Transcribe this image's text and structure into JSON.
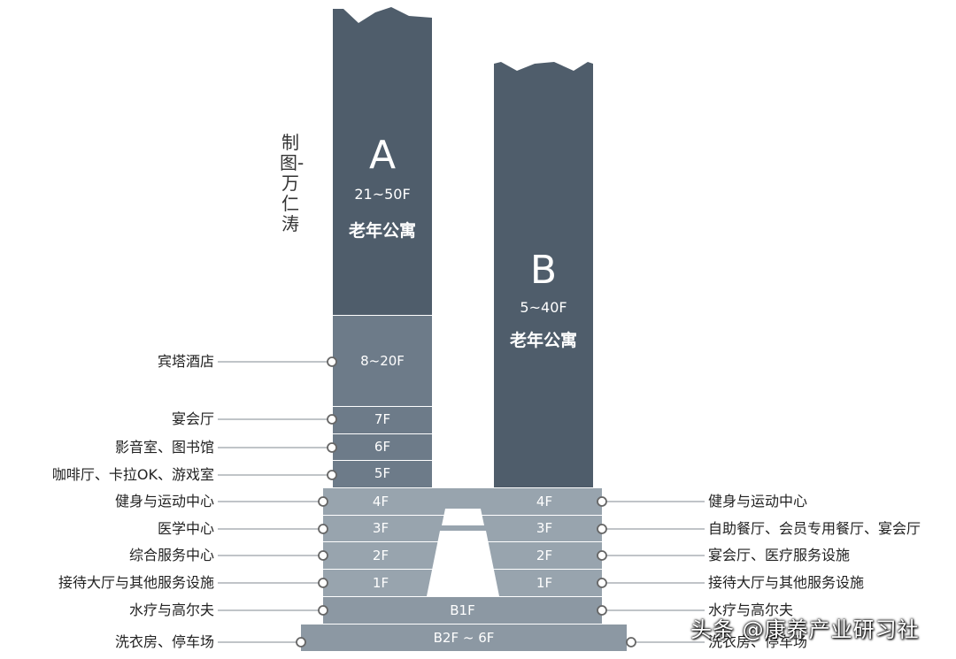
{
  "credit": "制图-万仁涛",
  "tower_a": {
    "letter": "A",
    "floors": "21~50F",
    "use": "老年公寓"
  },
  "tower_b": {
    "letter": "B",
    "floors": "5~40F",
    "use": "老年公寓"
  },
  "a_levels": [
    {
      "floor": "8~20F",
      "label": "宾塔酒店"
    },
    {
      "floor": "7F",
      "label": "宴会厅"
    },
    {
      "floor": "6F",
      "label": "影音室、图书馆"
    },
    {
      "floor": "5F",
      "label": "咖啡厅、卡拉OK、游戏室"
    }
  ],
  "podium": [
    {
      "floor_a": "4F",
      "floor_b": "4F",
      "left": "健身与运动中心",
      "right": "健身与运动中心"
    },
    {
      "floor_a": "3F",
      "floor_b": "3F",
      "left": "医学中心",
      "right": "自助餐厅、会员专用餐厅、宴会厅"
    },
    {
      "floor_a": "2F",
      "floor_b": "2F",
      "left": "综合服务中心",
      "right": "宴会厅、医疗服务设施"
    },
    {
      "floor_a": "1F",
      "floor_b": "1F",
      "left": "接待大厅与其他服务设施",
      "right": "接待大厅与其他服务设施"
    }
  ],
  "basement": [
    {
      "floor": "B1F",
      "left": "水疗与高尔夫",
      "right": "水疗与高尔夫"
    },
    {
      "floor": "B2F ~ 6F",
      "left": "洗衣房、停车场",
      "right": "洗衣房、停车场"
    }
  ],
  "watermark": "头条 @康养产业研习社",
  "colors": {
    "tower_dark": "#4f5d6b",
    "tower_mid": "#6d7b89",
    "podium": "#98a4ae",
    "base": "#8c98a3",
    "line": "#9aa0a6"
  }
}
